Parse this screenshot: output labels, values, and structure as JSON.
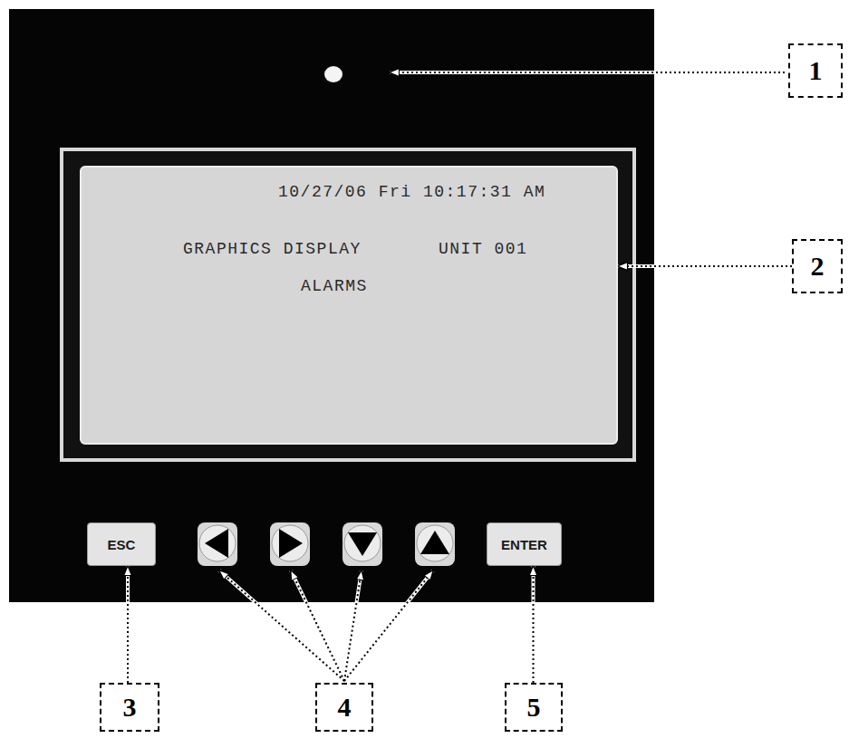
{
  "diagram": {
    "nodes": [
      {
        "text": [
          "1"
        ]
      },
      {
        "text": [
          "10/27/06 Fri 10:17:31 AM",
          "GRAPHICS DISPLAY",
          "UNIT 001",
          "ALARMS"
        ]
      },
      {
        "text": [
          "2"
        ]
      },
      {
        "text": [
          "ESC"
        ]
      },
      {
        "text": [
          "ENTER"
        ]
      },
      {
        "text": [
          "3"
        ]
      },
      {
        "text": [
          "4"
        ]
      },
      {
        "text": [
          "5"
        ]
      }
    ],
    "edges": [
      {
        "from": 2,
        "to": 1,
        "arrow": "to"
      },
      {
        "from": 5,
        "to": 3,
        "arrow": "to"
      },
      {
        "from": 7,
        "to": 4,
        "arrow": "to"
      }
    ]
  }
}
